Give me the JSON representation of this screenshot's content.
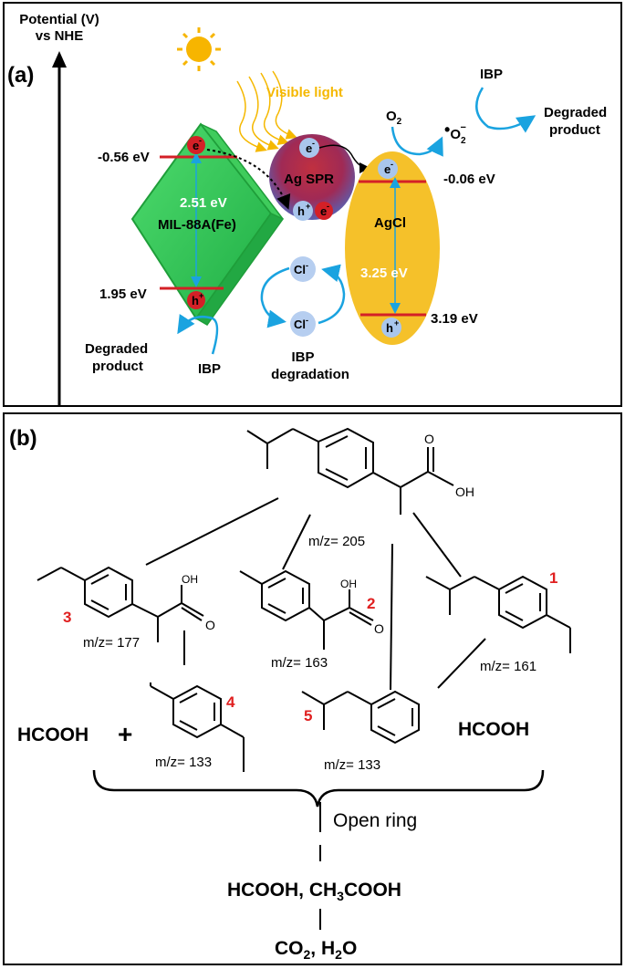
{
  "panel_a": {
    "label": "(a)",
    "axis_title_line1": "Potential (V)",
    "axis_title_line2": "vs NHE",
    "visible_light": "Visible light",
    "mil88": {
      "name": "MIL-88A(Fe)",
      "cb": "-0.56 eV",
      "vb": "1.95 eV",
      "gap": "2.51 eV",
      "electron": "e",
      "hole": "h"
    },
    "ag": {
      "name": "Ag SPR",
      "electron": "e",
      "hole": "h",
      "electron2": "e"
    },
    "agcl": {
      "name": "AgCl",
      "cb": "-0.06 eV",
      "vb": "3.19 eV",
      "gap": "3.25 eV",
      "electron": "e",
      "hole": "h"
    },
    "o2": "O",
    "o2_sub": "2",
    "superoxide_dot": "•",
    "superoxide": "O",
    "superoxide_sub": "2",
    "superoxide_sup": "−",
    "ibp_top": "IBP",
    "degraded_right_line1": "Degraded",
    "degraded_right_line2": "product",
    "degraded_left_line1": "Degraded",
    "degraded_left_line2": "product",
    "ibp_bottom": "IBP",
    "chloride": "Cl",
    "chloride_sup": "-",
    "ibp_degradation_line1": "IBP",
    "ibp_degradation_line2": "degradation",
    "plus_sup": "+",
    "minus_sup": "-"
  },
  "panel_b": {
    "label": "(b)",
    "ibuprofen": {
      "mz": "m/z= 205",
      "oh": "OH",
      "o": "O"
    },
    "compounds": [
      {
        "num": "3",
        "mz": "m/z= 177",
        "oh": "OH",
        "o": "O"
      },
      {
        "num": "2",
        "mz": "m/z= 163",
        "oh": "OH",
        "o": "O"
      },
      {
        "num": "1",
        "mz": "m/z= 161"
      },
      {
        "num": "4",
        "mz": "m/z= 133"
      },
      {
        "num": "5",
        "mz": "m/z= 133"
      }
    ],
    "hcooh_left": "HCOOH",
    "plus": "+",
    "hcooh_right": "HCOOH",
    "open_ring": "Open ring",
    "acids_1": "HCOOH, CH",
    "acids_sub": "3",
    "acids_2": "COOH",
    "final_1": "CO",
    "final_sub1": "2",
    "final_2": ", H",
    "final_sub2": "2",
    "final_3": "O"
  },
  "colors": {
    "green": "#2ecc52",
    "green_dark": "#1f9e3a",
    "yellow": "#f5c12a",
    "red": "#d42027",
    "blue": "#1aa3e0",
    "sun": "#f7b500",
    "number_red": "#e02020"
  }
}
